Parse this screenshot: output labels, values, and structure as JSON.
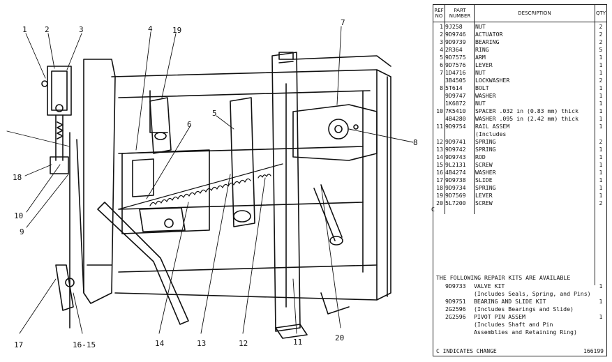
{
  "callouts": {
    "c1": "1",
    "c2": "2",
    "c3": "3",
    "c4": "4",
    "c19": "19",
    "c5": "5",
    "c6": "6",
    "c7": "7",
    "c8": "8",
    "c18": "18",
    "c10": "10",
    "c9": "9",
    "c17": "17",
    "c1615": "16-15",
    "c14": "14",
    "c13": "13",
    "c12": "12",
    "c11": "11",
    "c20": "20"
  },
  "table": {
    "headers": {
      "ref": "REF NO",
      "part": "PART NUMBER",
      "desc": "DESCRIPTION",
      "qty": "QTY"
    },
    "rows": [
      {
        "ref": "1",
        "part": "9J258",
        "desc": "NUT",
        "qty": "2"
      },
      {
        "ref": "2",
        "part": "9D9746",
        "desc": "ACTUATOR",
        "qty": "2"
      },
      {
        "ref": "3",
        "part": "9D9739",
        "desc": "BEARING",
        "qty": "2"
      },
      {
        "ref": "4",
        "part": "2R364",
        "desc": "RING",
        "qty": "5"
      },
      {
        "ref": "5",
        "part": "9D7575",
        "desc": "ARM",
        "qty": "1"
      },
      {
        "ref": "6",
        "part": "9D7576",
        "desc": "LEVER",
        "qty": "1"
      },
      {
        "ref": "7",
        "part": "1D4716",
        "desc": "NUT",
        "qty": "1"
      },
      {
        "ref": "",
        "part": "3B4505",
        "desc": "LOCKWASHER",
        "qty": "2"
      },
      {
        "ref": "8",
        "part": "5T614",
        "desc": "BOLT",
        "qty": "1"
      },
      {
        "ref": "",
        "part": "9D9747",
        "desc": "WASHER",
        "qty": "1"
      },
      {
        "ref": "",
        "part": "1K6872",
        "desc": "NUT",
        "qty": "1"
      },
      {
        "ref": "10",
        "part": "7K5410",
        "desc": "SPACER .032 in (0.83 mm) thick",
        "qty": "1"
      },
      {
        "ref": "",
        "part": "4B4280",
        "desc": "WASHER .095 in (2.42 mm) thick",
        "qty": "1"
      },
      {
        "ref": "11",
        "part": "9D9754",
        "desc": "RAIL ASSEM",
        "qty": "1"
      },
      {
        "ref": "",
        "part": "",
        "desc": "(Includes",
        "qty": ""
      },
      {
        "ref": "12",
        "part": "9D9741",
        "desc": "SPRING",
        "qty": "2"
      },
      {
        "ref": "13",
        "part": "9D9742",
        "desc": "SPRING",
        "qty": "1"
      },
      {
        "ref": "14",
        "part": "9D9743",
        "desc": "ROD",
        "qty": "1"
      },
      {
        "ref": "15",
        "part": "9L2131",
        "desc": "SCREW",
        "qty": "1"
      },
      {
        "ref": "16",
        "part": "4B4274",
        "desc": "WASHER",
        "qty": "1"
      },
      {
        "ref": "17",
        "part": "9D9738",
        "desc": "SLIDE",
        "qty": "1"
      },
      {
        "ref": "18",
        "part": "9D9734",
        "desc": "SPRING",
        "qty": "1"
      },
      {
        "ref": "19",
        "part": "9D7569",
        "desc": "LEVER",
        "qty": "1"
      },
      {
        "ref": "20",
        "part": "5L7200",
        "desc": "SCREW",
        "qty": "2"
      }
    ],
    "c_marker": "C",
    "kits_heading": "THE FOLLOWING REPAIR KITS ARE AVAILABLE",
    "kits": [
      {
        "part": "9D9733",
        "desc": "VALVE KIT",
        "qty": "1"
      },
      {
        "part": "",
        "desc": "(Includes Seals, Spring, and Pins)",
        "qty": ""
      },
      {
        "part": "9D9751",
        "desc": "BEARING AND SLIDE KIT",
        "qty": "1"
      },
      {
        "part": "2G2596",
        "desc": "(Includes Bearings and Slide)",
        "qty": ""
      },
      {
        "part": "2G2596",
        "desc": "PIVOT PIN ASSEM",
        "qty": "1"
      },
      {
        "part": "",
        "desc": "(Includes Shaft and Pin",
        "qty": ""
      },
      {
        "part": "",
        "desc": "Assemblies and Retaining Ring)",
        "qty": ""
      }
    ],
    "footer_note": "C INDICATES CHANGE",
    "drawing_number": "166199"
  }
}
